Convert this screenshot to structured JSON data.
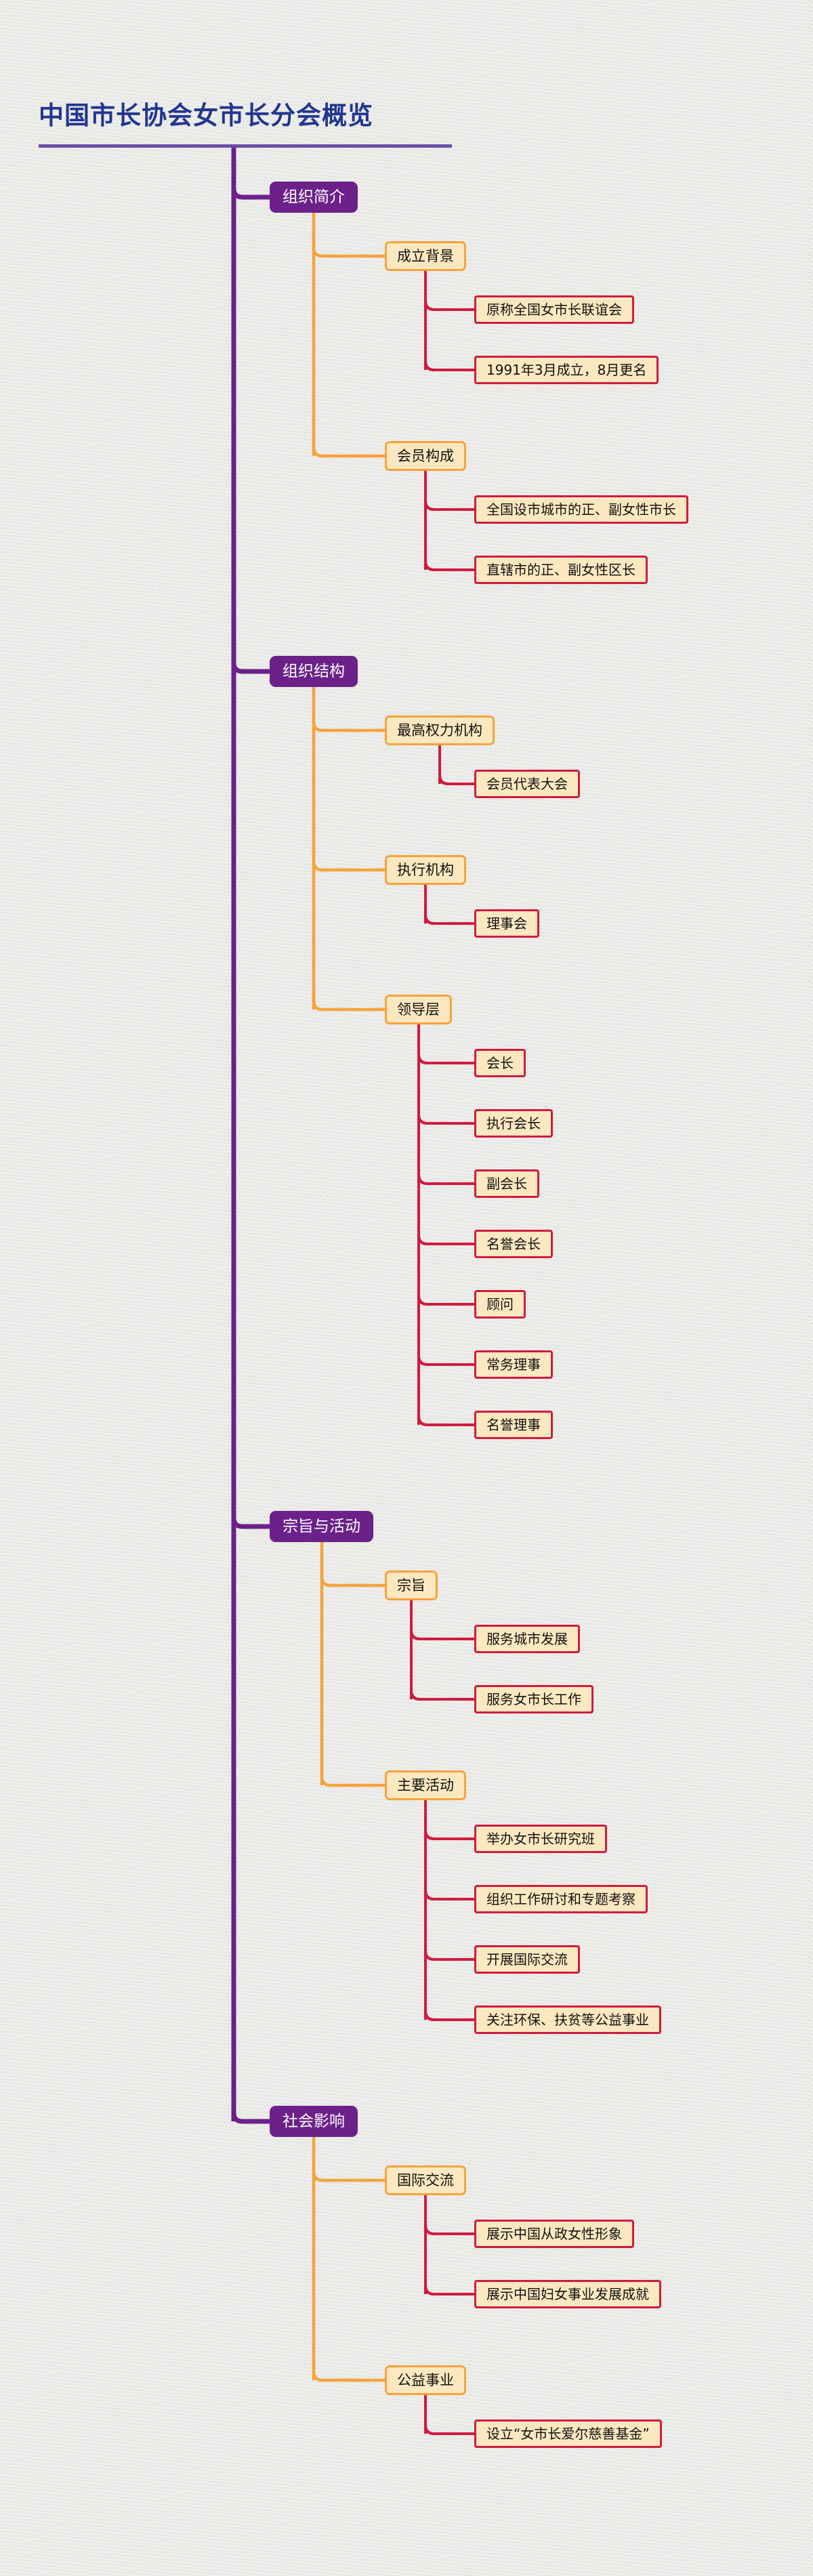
{
  "header": {
    "title": "中国市长协会女市长分会概览",
    "title_color": "#21368e",
    "rule_color": "#6b4fa8"
  },
  "theme": {
    "background": "#e9e9e5",
    "level1_fill": "#6b2189",
    "level1_text": "#ffffff",
    "level2_fill": "#fce8c0",
    "level2_border": "#f5a33c",
    "level3_fill": "#fce8c0",
    "level3_border": "#cf1b3f",
    "node_text": "#111111"
  },
  "mindmap": {
    "root_label": "中国市长协会女市长分会概览",
    "branches": [
      {
        "label": "组织简介",
        "children": [
          {
            "label": "成立背景",
            "children": [
              {
                "label": "原称全国女市长联谊会"
              },
              {
                "label": "1991年3月成立，8月更名"
              }
            ]
          },
          {
            "label": "会员构成",
            "children": [
              {
                "label": "全国设市城市的正、副女性市长"
              },
              {
                "label": "直辖市的正、副女性区长"
              }
            ]
          }
        ]
      },
      {
        "label": "组织结构",
        "children": [
          {
            "label": "最高权力机构",
            "children": [
              {
                "label": "会员代表大会"
              }
            ]
          },
          {
            "label": "执行机构",
            "children": [
              {
                "label": "理事会"
              }
            ]
          },
          {
            "label": "领导层",
            "children": [
              {
                "label": "会长"
              },
              {
                "label": "执行会长"
              },
              {
                "label": "副会长"
              },
              {
                "label": "名誉会长"
              },
              {
                "label": "顾问"
              },
              {
                "label": "常务理事"
              },
              {
                "label": "名誉理事"
              }
            ]
          }
        ]
      },
      {
        "label": "宗旨与活动",
        "children": [
          {
            "label": "宗旨",
            "children": [
              {
                "label": "服务城市发展"
              },
              {
                "label": "服务女市长工作"
              }
            ]
          },
          {
            "label": "主要活动",
            "children": [
              {
                "label": "举办女市长研究班"
              },
              {
                "label": "组织工作研讨和专题考察"
              },
              {
                "label": "开展国际交流"
              },
              {
                "label": "关注环保、扶贫等公益事业"
              }
            ]
          }
        ]
      },
      {
        "label": "社会影响",
        "children": [
          {
            "label": "国际交流",
            "children": [
              {
                "label": "展示中国从政女性形象"
              },
              {
                "label": "展示中国妇女事业发展成就"
              }
            ]
          },
          {
            "label": "公益事业",
            "children": [
              {
                "label": "设立“女市长爱尔慈善基金”"
              }
            ]
          }
        ]
      }
    ]
  }
}
